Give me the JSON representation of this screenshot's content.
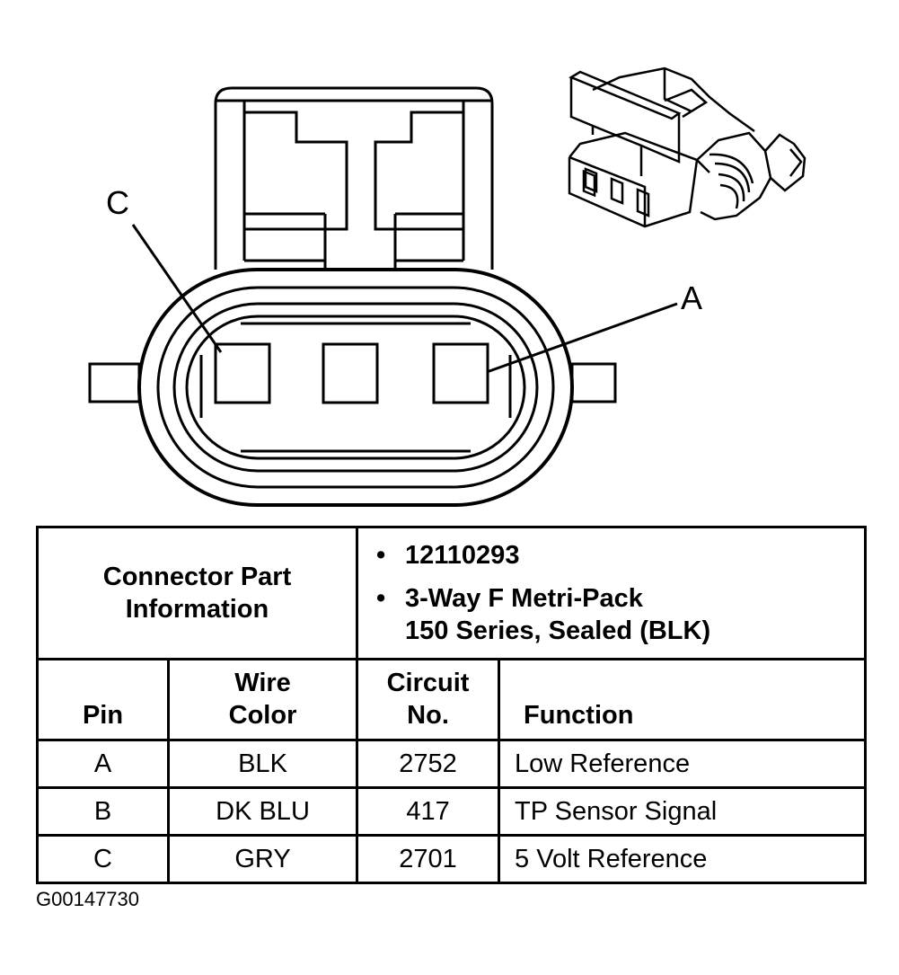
{
  "callouts": {
    "c": "C",
    "a": "A"
  },
  "connector_info": {
    "label_line1": "Connector Part",
    "label_line2": "Information",
    "items": [
      "12110293",
      "3-Way F Metri-Pack",
      "150 Series, Sealed (BLK)"
    ]
  },
  "table": {
    "headers": {
      "pin": "Pin",
      "wire_color_line1": "Wire",
      "wire_color_line2": "Color",
      "circuit_line1": "Circuit",
      "circuit_line2": "No.",
      "function": "Function"
    },
    "rows": [
      {
        "pin": "A",
        "wire_color": "BLK",
        "circuit": "2752",
        "function": "Low Reference"
      },
      {
        "pin": "B",
        "wire_color": "DK BLU",
        "circuit": "417",
        "function": "TP Sensor Signal"
      },
      {
        "pin": "C",
        "wire_color": "GRY",
        "circuit": "2701",
        "function": "5 Volt Reference"
      }
    ]
  },
  "figure_id": "G00147730",
  "bullet_glyph": "•"
}
